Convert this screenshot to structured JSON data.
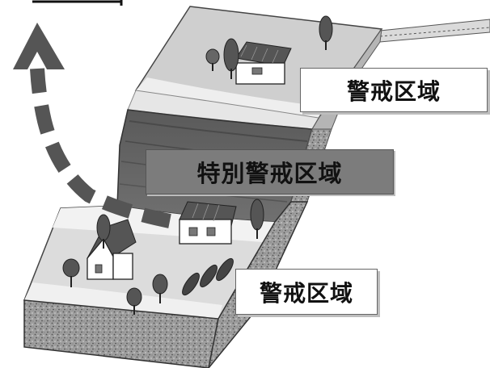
{
  "zones": {
    "upper_label": "警戒区域",
    "special_label": "特別警戒区域",
    "lower_label": "警戒区域"
  },
  "colors": {
    "light_zone_fill": "#ffffff",
    "special_zone_fill": "#7c7c7c",
    "upper_plateau": "#cfcfcf",
    "slope": "#646464",
    "ground_cross_section": "#9a9a9a",
    "evacuation_arrow": "#555555"
  },
  "icons": {
    "evacuation_arrow": "dashed-up-arrow-icon",
    "house": "house-icon",
    "tree": "tree-icon"
  }
}
